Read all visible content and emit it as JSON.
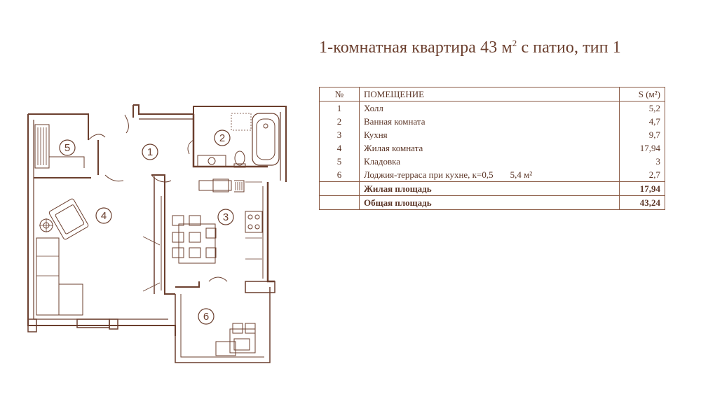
{
  "title": {
    "main": "1-комнатная квартира 43 м",
    "sup": "2",
    "rest": " с патио, тип 1"
  },
  "table": {
    "headers": {
      "no": "№",
      "name": "ПОМЕЩЕНИЕ",
      "area": "S (м²)"
    },
    "rows": [
      {
        "no": "1",
        "name": "Холл",
        "note": "",
        "area": "5,2"
      },
      {
        "no": "2",
        "name": "Ванная комната",
        "note": "",
        "area": "4,7"
      },
      {
        "no": "3",
        "name": "Кухня",
        "note": "",
        "area": "9,7"
      },
      {
        "no": "4",
        "name": "Жилая комната",
        "note": "",
        "area": "17,94"
      },
      {
        "no": "5",
        "name": "Кладовка",
        "note": "",
        "area": "3"
      },
      {
        "no": "6",
        "name": "Лоджия-терраса при кухне, к=0,5",
        "note": "5,4 м²",
        "area": "2,7"
      }
    ],
    "totals": [
      {
        "label": "Жилая площадь",
        "value": "17,94"
      },
      {
        "label": "Общая площадь",
        "value": "43,24"
      }
    ]
  },
  "plan": {
    "room_labels": [
      "1",
      "2",
      "3",
      "4",
      "5",
      "6"
    ],
    "colors": {
      "wall": "#6b3f2e",
      "line": "#8a5a44",
      "fill": "#ffffff"
    }
  }
}
